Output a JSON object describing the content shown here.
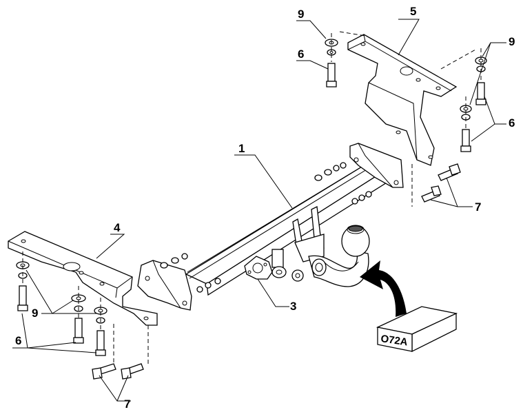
{
  "callouts": {
    "crossbar": "1",
    "ball_neck": "3",
    "bracket_left": "4",
    "bracket_right": "5",
    "bolt_top_right": "6",
    "bolts_right": "6",
    "bolts_left": "6",
    "washer_top_right": "9",
    "washers_right": "9",
    "washers_left": "9",
    "bolts_m_right": "7",
    "bolts_m_left": "7"
  },
  "part_label": "O72A"
}
